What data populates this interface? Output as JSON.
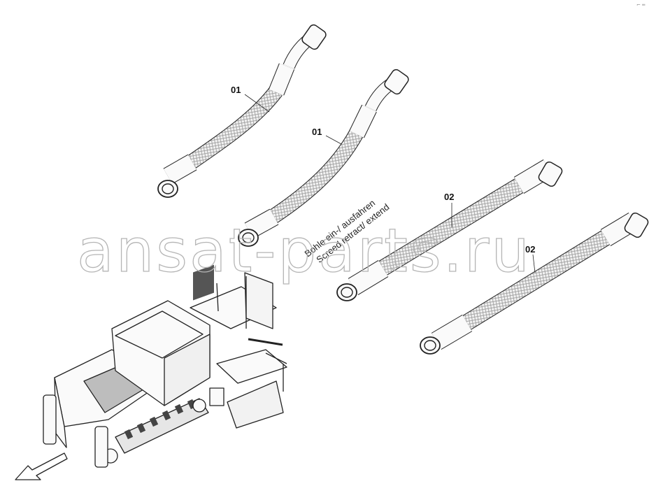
{
  "diagram": {
    "labels": {
      "hose_a": "01",
      "hose_b": "01",
      "hose_c": "02",
      "hose_d": "02"
    },
    "annotation": {
      "line1": "Bohle ein-/ ausfahren",
      "line2": "Screed retract/ extend"
    },
    "watermark": "ansat-parts.ru",
    "corner_mark": "⌐ ═"
  }
}
